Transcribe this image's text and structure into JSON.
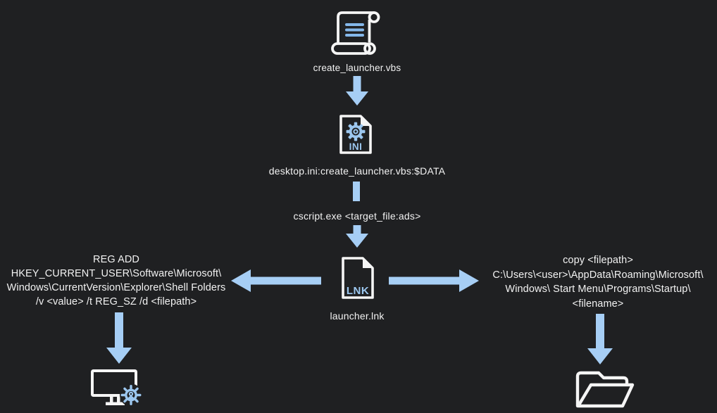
{
  "diagram": {
    "title_hint": "ADS persistence flow diagram",
    "colors": {
      "background": "#1f2022",
      "arrow": "#a6cef5",
      "icon_stroke": "#f5f5f5",
      "accent_blue": "#8fbfee",
      "text": "#f2f2f2"
    },
    "nodes": {
      "script": {
        "label": "create_launcher.vbs"
      },
      "ini": {
        "label": "desktop.ini:create_launcher.vbs:$DATA",
        "badge": "INI"
      },
      "lnk": {
        "label": "launcher.lnk",
        "badge": "LNK"
      },
      "registry_command": {
        "lines": [
          "REG ADD",
          "HKEY_CURRENT_USER\\Software\\Microsoft\\",
          "Windows\\CurrentVersion\\Explorer\\Shell Folders",
          "/v <value> /t REG_SZ /d <filepath>"
        ]
      },
      "copy_command": {
        "lines": [
          "copy <filepath>",
          "C:\\Users\\<user>\\AppData\\Roaming\\Microsoft\\",
          "Windows\\ Start Menu\\Programs\\Startup\\",
          "<filename>"
        ]
      }
    },
    "edges": {
      "exec_label": "cscript.exe <target_file:ads>"
    }
  }
}
